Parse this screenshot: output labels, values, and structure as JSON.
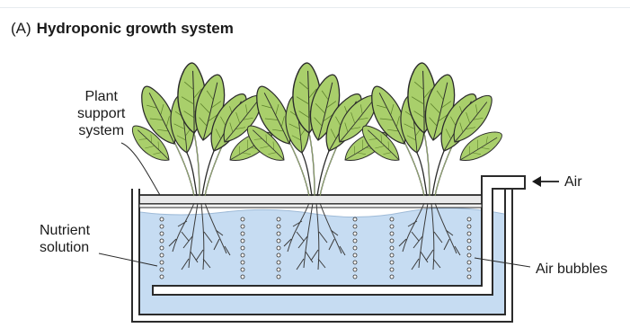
{
  "figure": {
    "panel_label": "(A)",
    "title": "Hydroponic growth system"
  },
  "labels": {
    "plant_support": [
      "Plant",
      "support",
      "system"
    ],
    "nutrient": [
      "Nutrient",
      "solution"
    ],
    "air": "Air",
    "air_bubbles": "Air bubbles"
  },
  "colors": {
    "solution": "#c6dcf2",
    "tank_stroke": "#2b2b2b",
    "leaf": "#a9cf6b",
    "leaf_shadow": "#7fae42",
    "support": "#e9e9ea",
    "root": "#3a3a3a"
  },
  "plant_count": 3
}
